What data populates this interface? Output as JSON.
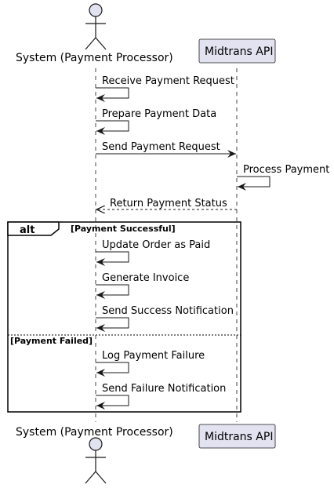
{
  "participants": {
    "system": "System (Payment Processor)",
    "api": "Midtrans API"
  },
  "messages": {
    "m1": "Receive Payment Request",
    "m2": "Prepare Payment Data",
    "m3": "Send Payment Request",
    "m4": "Process Payment",
    "m5": "Return Payment Status",
    "m6": "Update Order as Paid",
    "m7": "Generate Invoice",
    "m8": "Send Success Notification",
    "m9": "Log Payment Failure",
    "m10": "Send Failure Notification"
  },
  "alt_frame": {
    "keyword": "alt",
    "guard_success": "[Payment Successful]",
    "guard_failed": "[Payment Failed]"
  },
  "colors": {
    "participant_fill": "#e2e2f0",
    "participant_stroke": "#181818",
    "lifeline": "#181818"
  }
}
